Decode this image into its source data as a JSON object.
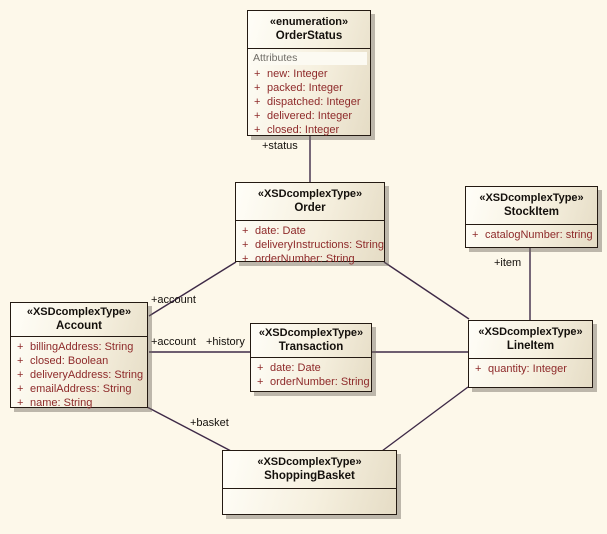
{
  "ui": {
    "public_marker": "+"
  },
  "diagram": {
    "background_color": "#fdf8ea",
    "box_fill_start": "#fffef8",
    "box_fill_end": "#e5dcc5",
    "line_color": "#3e2a47",
    "attribute_text_color": "#8e2a2a"
  },
  "classes": {
    "order_status": {
      "stereotype": "«enumeration»",
      "name": "OrderStatus",
      "compartment_label": "Attributes",
      "attributes": [
        "new: Integer",
        "packed: Integer",
        "dispatched: Integer",
        "delivered: Integer",
        "closed: Integer"
      ]
    },
    "order": {
      "stereotype": "«XSDcomplexType»",
      "name": "Order",
      "attributes": [
        "date: Date",
        "deliveryInstructions: String",
        "orderNumber: String"
      ]
    },
    "stock_item": {
      "stereotype": "«XSDcomplexType»",
      "name": "StockItem",
      "attributes": [
        "catalogNumber: string"
      ]
    },
    "account": {
      "stereotype": "«XSDcomplexType»",
      "name": "Account",
      "attributes": [
        "billingAddress: String",
        "closed: Boolean",
        "deliveryAddress: String",
        "emailAddress: String",
        "name: String"
      ]
    },
    "transaction": {
      "stereotype": "«XSDcomplexType»",
      "name": "Transaction",
      "attributes": [
        "date: Date",
        "orderNumber: String"
      ]
    },
    "line_item": {
      "stereotype": "«XSDcomplexType»",
      "name": "LineItem",
      "attributes": [
        "quantity: Integer"
      ]
    },
    "shopping_basket": {
      "stereotype": "«XSDcomplexType»",
      "name": "ShoppingBasket",
      "attributes": []
    }
  },
  "connector_labels": {
    "status": "+status",
    "account_upper": "+account",
    "account_lower": "+account",
    "history": "+history",
    "item": "+item",
    "basket": "+basket"
  }
}
